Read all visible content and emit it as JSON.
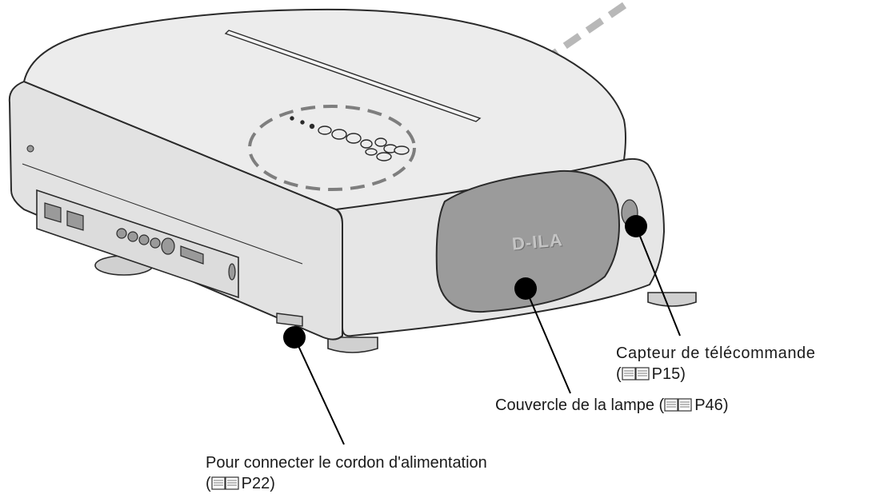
{
  "logo_text": "D-ILA",
  "callouts": {
    "remote_sensor": {
      "text": "Capteur de télécommande",
      "ref": "P15"
    },
    "lamp_cover": {
      "text": "Couvercle de la lampe (",
      "ref": "P46"
    },
    "power_cord": {
      "text": "Pour connecter le cordon d'alimentation",
      "ref": "P22"
    }
  },
  "colors": {
    "outline": "#2a2a2a",
    "body": "#e4e4e4",
    "top": "#ececec",
    "lamp_cover": "#9b9b9b",
    "dashed_beam": "#b8b8b8"
  },
  "icons": [
    "book-icon"
  ]
}
